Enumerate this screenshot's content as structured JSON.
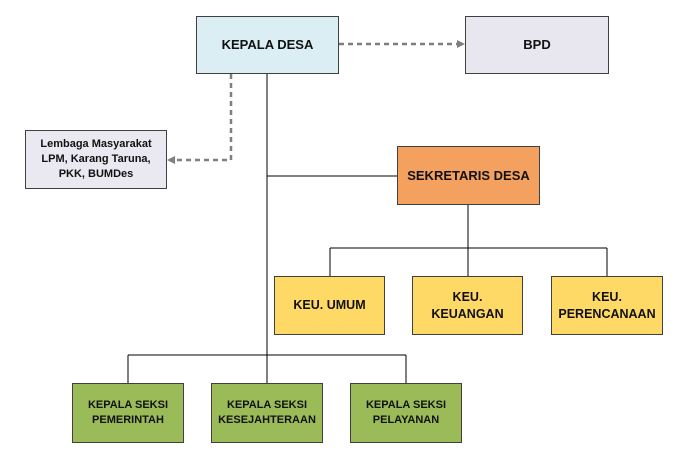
{
  "org_chart": {
    "kepala_desa": "KEPALA DESA",
    "bpd": "BPD",
    "lembaga": "Lembaga Masyarakat\nLPM, Karang Taruna,\nPKK, BUMDes",
    "sekretaris": "SEKRETARIS DESA",
    "keu_umum": "KEU. UMUM",
    "keu_keuangan": "KEU.\nKEUANGAN",
    "keu_perencanaan": "KEU.\nPERENCANAAN",
    "seksi_pemerintah": "KEPALA SEKSI\nPEMERINTAH",
    "seksi_kesejahteraan": "KEPALA SEKSI\nKESEJAHTERAAN",
    "seksi_pelayanan": "KEPALA SEKSI\nPELAYANAN"
  },
  "colors": {
    "kepala_desa": "#daeef3",
    "bpd": "#e8e6ee",
    "lembaga": "#eae8f0",
    "sekretaris": "#f4a15f",
    "keu": "#ffd966",
    "seksi": "#9bbb59",
    "solid_line": "#000000",
    "dashed_line": "#7f7f7f"
  }
}
